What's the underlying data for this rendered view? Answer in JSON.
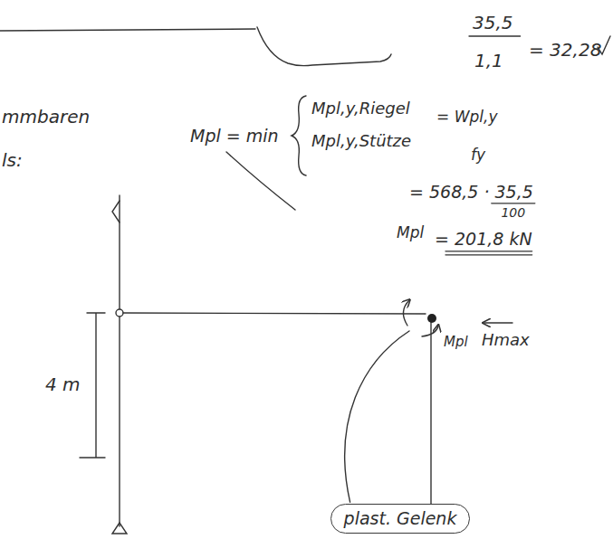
{
  "diagram": {
    "nodes": [
      {
        "text": [
          "plast. Gelenk"
        ]
      }
    ],
    "labels": [
      "35,5",
      "1,1",
      "= 32,28",
      "mmbaren",
      "ls:",
      "Mpl = min",
      "Mpl,y,Riegel",
      "Mpl,y,Stütze",
      "= Wpl,y",
      "fy",
      "= 568,5 · 35,5",
      "100",
      "Mpl",
      "= 201,8 kN",
      "Mpl",
      "Hmax",
      "4 m"
    ]
  }
}
